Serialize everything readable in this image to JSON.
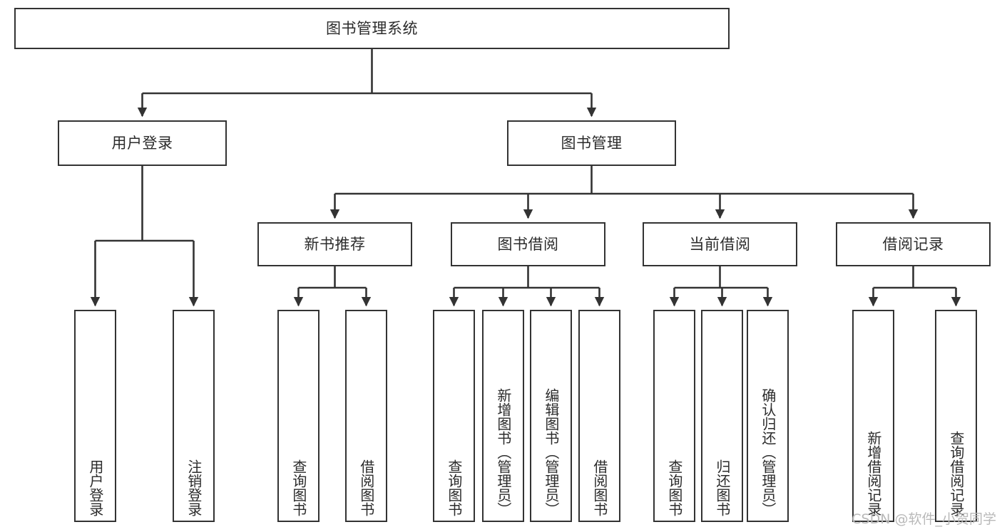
{
  "diagram": {
    "type": "tree-hierarchy",
    "title": "图书管理系统",
    "colors": {
      "box_border": "#333333",
      "box_fill": "#ffffff",
      "connector": "#333333",
      "text": "#2b2b2b",
      "watermark": "#b9b9b9",
      "background": "#ffffff"
    },
    "root": {
      "label": "图书管理系统"
    },
    "level1": [
      {
        "label": "用户登录"
      },
      {
        "label": "图书管理"
      }
    ],
    "level2": [
      {
        "label": "新书推荐"
      },
      {
        "label": "图书借阅"
      },
      {
        "label": "当前借阅"
      },
      {
        "label": "借阅记录"
      }
    ],
    "leaves": {
      "user_login": [
        {
          "label": "用户登录"
        },
        {
          "label": "注销登录"
        }
      ],
      "new_book_recommend": [
        {
          "label": "查询图书"
        },
        {
          "label": "借阅图书"
        }
      ],
      "book_borrow": [
        {
          "label": "查询图书"
        },
        {
          "label": "新增图书（管理员）"
        },
        {
          "label": "编辑图书（管理员）"
        },
        {
          "label": "借阅图书"
        }
      ],
      "current_borrow": [
        {
          "label": "查询图书"
        },
        {
          "label": "归还图书"
        },
        {
          "label": "确认归还（管理员）"
        }
      ],
      "borrow_record": [
        {
          "label": "新增借阅记录"
        },
        {
          "label": "查询借阅记录"
        }
      ]
    }
  },
  "watermark": {
    "text": "CSDN @软件_小贺同学"
  }
}
